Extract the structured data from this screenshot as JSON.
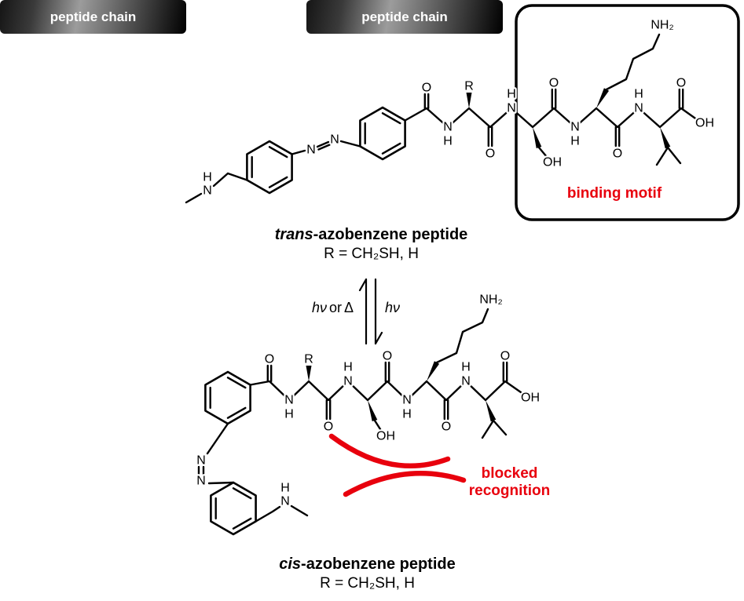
{
  "colors": {
    "red": "#e8000d",
    "black": "#000000",
    "chain_box_text": "#ffffff"
  },
  "atoms": {
    "N": "N",
    "H": "H",
    "O": "O",
    "OH": "OH",
    "NH2": "NH₂",
    "R": "R"
  },
  "top": {
    "chain_box_label": "peptide chain",
    "binding_motif_label": "binding motif",
    "caption_italic": "trans",
    "caption_rest": "-azobenzene peptide",
    "caption_sub": "R = CH₂SH, H"
  },
  "equilibrium": {
    "hv": "hν",
    "or": "or",
    "delta": "Δ"
  },
  "bottom": {
    "chain_box_label": "peptide chain",
    "blocked_line1": "blocked",
    "blocked_line2": "recognition",
    "caption_italic": "cis",
    "caption_rest": "-azobenzene peptide",
    "caption_sub": "R = CH₂SH, H"
  }
}
